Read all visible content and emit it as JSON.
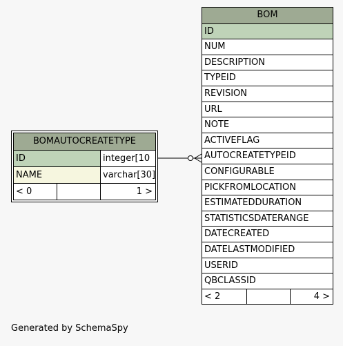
{
  "tables": {
    "bom": {
      "name": "BOM",
      "columns": [
        "ID",
        "NUM",
        "DESCRIPTION",
        "TYPEID",
        "REVISION",
        "URL",
        "NOTE",
        "ACTIVEFLAG",
        "AUTOCREATETYPEID",
        "CONFIGURABLE",
        "PICKFROMLOCATION",
        "ESTIMATEDDURATION",
        "STATISTICSDATERANGE",
        "DATECREATED",
        "DATELASTMODIFIED",
        "USERID",
        "QBCLASSID"
      ],
      "footer_left": "< 2",
      "footer_right": "4 >"
    },
    "bomautocreatetype": {
      "name": "BOMAUTOCREATETYPE",
      "columns": [
        {
          "name": "ID",
          "type": "integer[10"
        },
        {
          "name": "NAME",
          "type": "varchar[30]"
        }
      ],
      "footer_left": "< 0",
      "footer_right": "1 >"
    }
  },
  "footer_text": "Generated by SchemaSpy",
  "colors": {
    "header": "#9eaa93",
    "primary_key": "#bfd3b8",
    "name_column": "#f6f6df",
    "background": "#f7f7f7"
  }
}
